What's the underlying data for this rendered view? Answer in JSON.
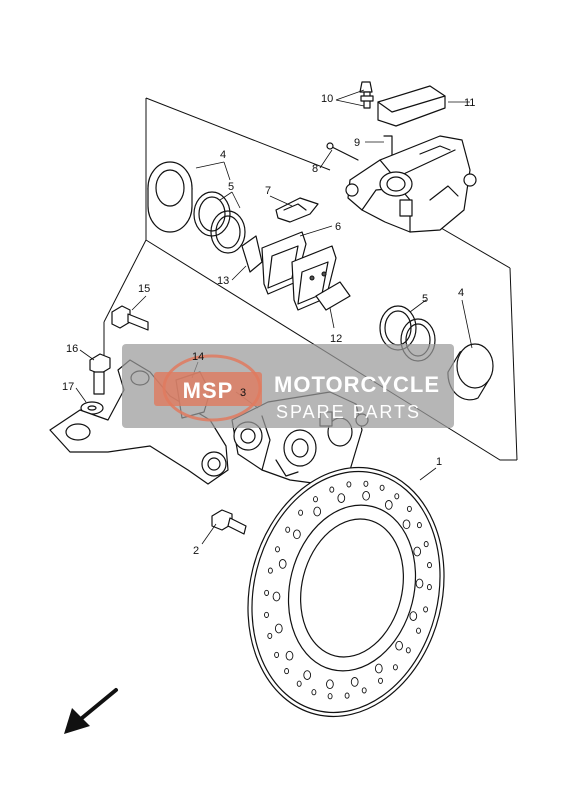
{
  "diagram": {
    "callouts": [
      "1",
      "2",
      "3",
      "4",
      "4",
      "5",
      "5",
      "6",
      "7",
      "8",
      "9",
      "10",
      "11",
      "12",
      "13",
      "14",
      "15",
      "16",
      "17"
    ]
  },
  "watermark": {
    "logo_text": "MSP",
    "line1": "MOTORCYCLE",
    "line2": "SPARE PARTS",
    "bg_color": "#9a9a9a",
    "accent_color": "#e07a5f"
  },
  "direction_arrow": {
    "icon": "front-direction-arrow-icon"
  }
}
